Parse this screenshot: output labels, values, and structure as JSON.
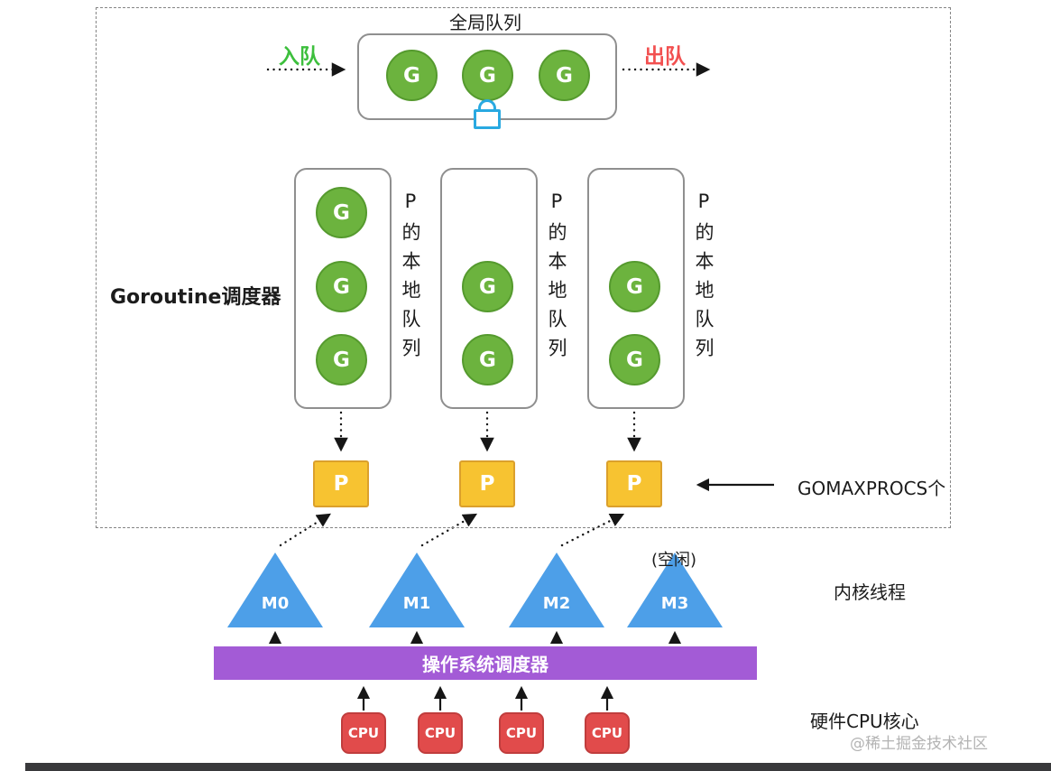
{
  "diagram": {
    "global_queue": {
      "title": "全局队列",
      "enqueue_label": "入队",
      "dequeue_label": "出队",
      "items": [
        "G",
        "G",
        "G"
      ]
    },
    "scheduler_label": "Goroutine调度器",
    "local_queues": [
      {
        "side_label": "P的本地队列",
        "items": [
          "G",
          "G",
          "G"
        ]
      },
      {
        "side_label": "P的本地队列",
        "items": [
          "G",
          "G"
        ]
      },
      {
        "side_label": "P的本地队列",
        "items": [
          "G",
          "G"
        ]
      }
    ],
    "processors": [
      "P",
      "P",
      "P"
    ],
    "gomaxprocs_label": "GOMAXPROCS个",
    "threads": {
      "items": [
        "M0",
        "M1",
        "M2",
        "M3"
      ],
      "idle_label": "(空闲)",
      "row_label": "内核线程"
    },
    "os_scheduler_label": "操作系统调度器",
    "cpus": [
      "CPU",
      "CPU",
      "CPU",
      "CPU"
    ],
    "hardware_label": "硬件CPU核心",
    "watermark": "@稀土掘金技术社区"
  },
  "colors": {
    "goroutine_green": "#6cb33e",
    "processor_yellow": "#f7c331",
    "thread_blue": "#4d9fe8",
    "os_scheduler_purple": "#a35bd6",
    "cpu_red": "#e14b4b",
    "enqueue_green": "#3dbf3d",
    "dequeue_red": "#f25050",
    "lock_blue": "#29a9e1"
  }
}
